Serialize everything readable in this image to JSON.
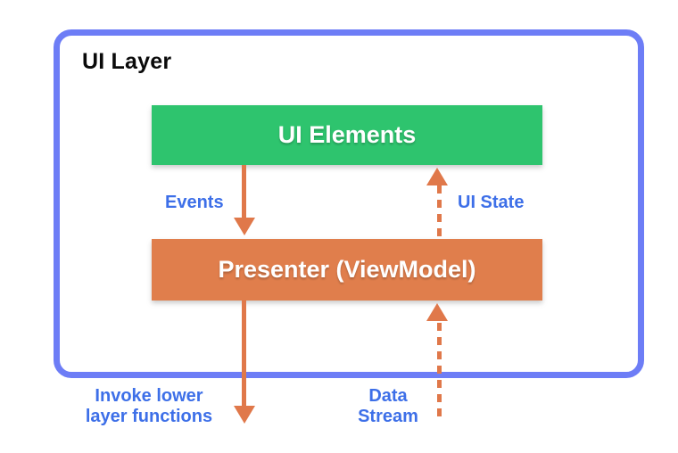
{
  "diagram": {
    "title": "UI Layer",
    "nodes": {
      "ui_elements": {
        "label": "UI Elements",
        "color": "#2ec46e"
      },
      "presenter": {
        "label": "Presenter (ViewModel)",
        "color": "#e07e4c"
      }
    },
    "edges": {
      "events": {
        "label": "Events",
        "style": "solid",
        "direction": "down"
      },
      "ui_state": {
        "label": "UI State",
        "style": "dashed",
        "direction": "up"
      },
      "invoke": {
        "label_line1": "Invoke lower",
        "label_line2": "layer functions",
        "style": "solid",
        "direction": "down"
      },
      "data_stream": {
        "label_line1": "Data",
        "label_line2": "Stream",
        "style": "dashed",
        "direction": "up"
      }
    },
    "colors": {
      "container_border": "#6d7df6",
      "node_green": "#2ec46e",
      "node_orange": "#e07e4c",
      "arrow_orange": "#e0784a",
      "label_blue": "#3d6fe8",
      "title_black": "#0a0a0a"
    }
  }
}
